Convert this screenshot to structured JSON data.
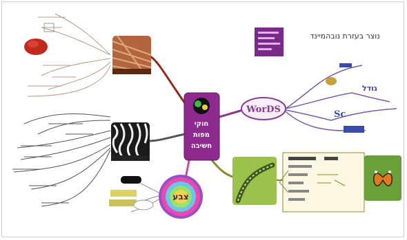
{
  "page": {
    "title": "נוצר בעזרת נובהמיינד"
  },
  "central_node": {
    "lines": [
      "חוקי",
      "מפות",
      "חשיבה"
    ],
    "fill": "#8e2a8f",
    "icon": "gears-head-icon"
  },
  "branches": {
    "words_node": {
      "label": "WorDS",
      "accent": "#8a3c8e"
    },
    "color_node": {
      "label": "צבע"
    },
    "texture_node": {
      "icon": "wood-texture-icon"
    },
    "zebra_node": {
      "icon": "zebra-stripes-icon"
    },
    "caterpillar_node": {
      "icon": "caterpillar-photo"
    },
    "butterfly_node": {
      "icon": "butterfly-photo"
    }
  },
  "words_subbranches": {
    "size_label": "גודל",
    "case_label": "Sc"
  },
  "colors": {
    "branch_brown": "#8b2c1e",
    "branch_purple": "#8d3a8e",
    "branch_gray": "#555555",
    "branch_olive": "#8a8a2a",
    "branch_pink": "#c24aa8"
  }
}
